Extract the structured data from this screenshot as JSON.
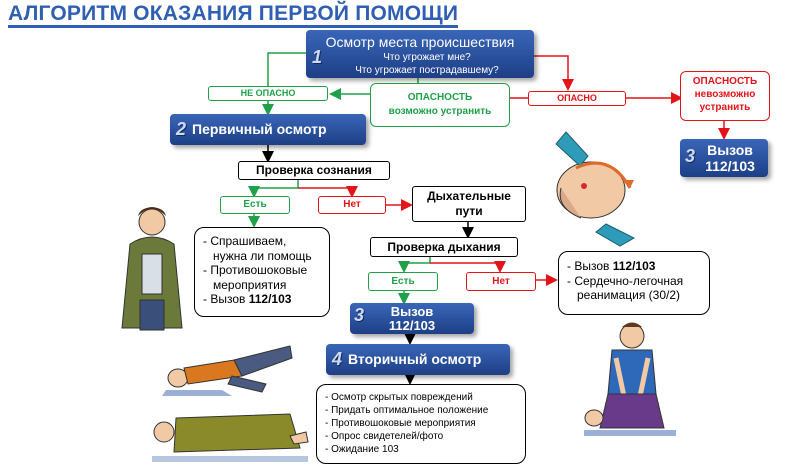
{
  "title": "АЛГОРИТМ ОКАЗАНИЯ ПЕРВОЙ ПОМОЩИ",
  "colors": {
    "blue": "#2f5fb3",
    "green": "#21a04a",
    "red": "#e2141a"
  },
  "step1": {
    "num": "1",
    "label": "Осмотр места происшествия",
    "sub1": "Что угрожает мне?",
    "sub2": "Что угрожает пострадавшему?"
  },
  "not_dangerous": "НЕ ОПАСНО",
  "danger_fixable": {
    "line1": "ОПАСНОСТЬ",
    "line2": "возможно устранить"
  },
  "danger": "ОПАСНО",
  "danger_unfixable": {
    "line1": "ОПАСНОСТЬ",
    "line2": "невозможно",
    "line3": "устранить"
  },
  "call_top": {
    "num": "3",
    "line1": "Вызов",
    "line2": "112/103"
  },
  "step2": {
    "num": "2",
    "label": "Первичный осмотр"
  },
  "consciousness_check": "Проверка сознания",
  "yes1": "Есть",
  "no1": "Нет",
  "airway": {
    "line1": "Дыхательные",
    "line2": "пути"
  },
  "conscious_actions": {
    "l1": "- Спрашиваем,",
    "l2": "нужна ли помощь",
    "l3": "- Противошоковые",
    "l4": "мероприятия",
    "l5": "- Вызов ",
    "l5b": "112/103"
  },
  "breathing_check": "Проверка дыхания",
  "yes2": "Есть",
  "no2": "Нет",
  "cpr_actions": {
    "l1": "- Вызов ",
    "l1b": "112/103",
    "l2": "- Сердечно-легочная",
    "l3": "реанимация (30/2)"
  },
  "call_mid": {
    "num": "3",
    "line1": "Вызов",
    "line2": "112/103"
  },
  "step4": {
    "num": "4",
    "label": "Вторичный осмотр"
  },
  "secondary_items": [
    "- Осмотр скрытых повреждений",
    "- Придать оптимальное положение",
    "- Противошоковые мероприятия",
    "- Опрос свидетелей/фото",
    "- Ожидание 103"
  ],
  "illustrations": [
    "person-wrapped-in-blanket",
    "head-tilt-airway",
    "recovery-position",
    "person-lying-under-blanket",
    "cpr-compressions"
  ]
}
